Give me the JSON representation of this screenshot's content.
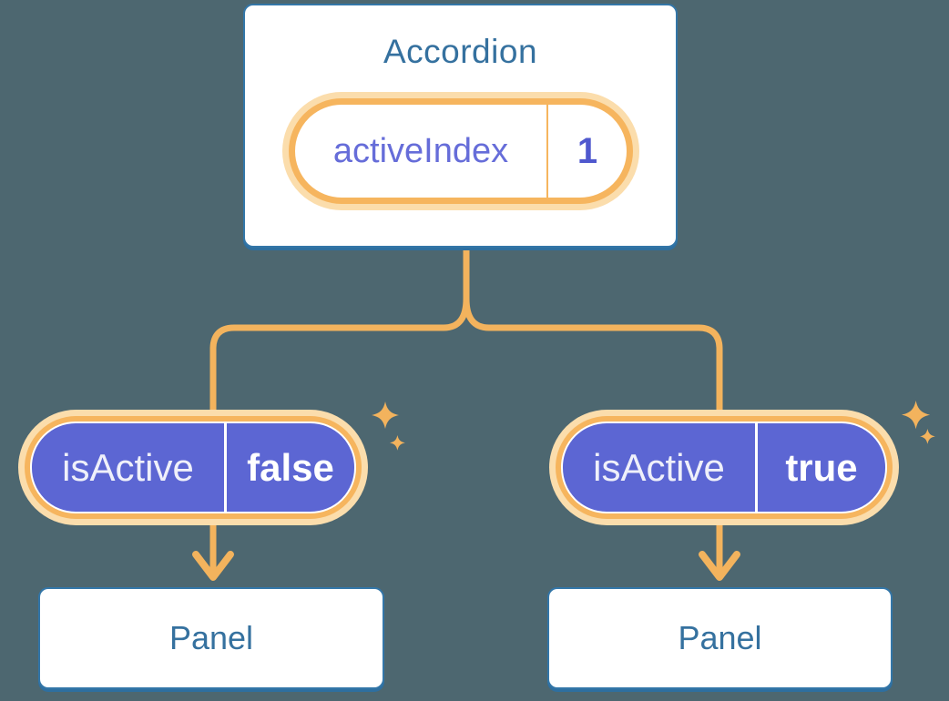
{
  "diagram": {
    "root": {
      "title": "Accordion",
      "state": {
        "label": "activeIndex",
        "value": "1"
      }
    },
    "children": [
      {
        "prop": {
          "label": "isActive",
          "value": "false"
        },
        "panel": {
          "title": "Panel"
        }
      },
      {
        "prop": {
          "label": "isActive",
          "value": "true"
        },
        "panel": {
          "title": "Panel"
        }
      }
    ],
    "icons": [
      "sparkle-icon",
      "arrow-down-icon"
    ],
    "colors": {
      "background": "#4D6770",
      "card_border_blue": "#3376A8",
      "card_text_blue": "#35719F",
      "accent_orange": "#F6B55E",
      "accent_orange_glow": "#FBDDAC",
      "connector_orange": "#F3B35D",
      "state_label_purple": "#666DD9",
      "state_value_purple": "#4F58CE",
      "prop_fill_purple": "#5C66D3",
      "prop_text_white": "#FFFFFF"
    }
  }
}
